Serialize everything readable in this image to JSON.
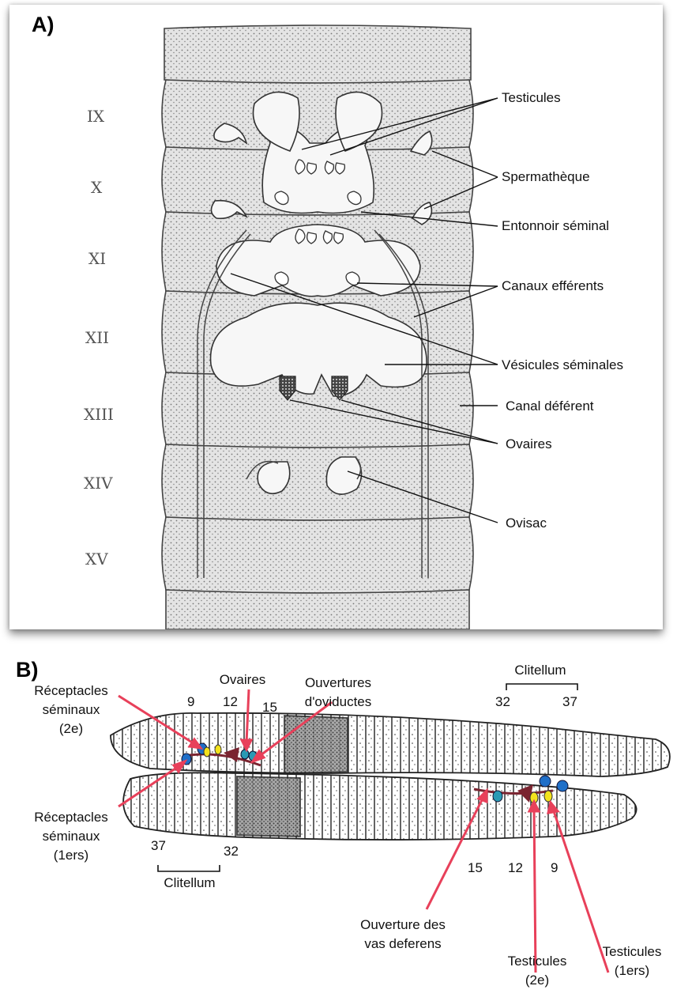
{
  "panel_a": {
    "label": "A)",
    "segments": [
      "IX",
      "X",
      "XI",
      "XII",
      "XIII",
      "XIV",
      "XV"
    ],
    "labels": {
      "testicules": "Testicules",
      "spermatheque": "Spermathèque",
      "entonnoir": "Entonnoir séminal",
      "canaux_efferents": "Canaux efférents",
      "vesicules": "Vésicules séminales",
      "canal_deferent": "Canal déférent",
      "ovaires": "Ovaires",
      "ovisac": "Ovisac"
    }
  },
  "panel_b": {
    "label": "B)",
    "labels": {
      "receptacles_2e_line1": "Réceptacles",
      "receptacles_2e_line2": "séminaux",
      "receptacles_2e_line3": "(2e)",
      "ovaires": "Ovaires",
      "ouvertures_line1": "Ouvertures",
      "ouvertures_line2": "d'oviductes",
      "receptacles_1ers_line1": "Réceptacles",
      "receptacles_1ers_line2": "séminaux",
      "receptacles_1ers_line3": "(1ers)",
      "clitellum_top": "Clitellum",
      "clitellum_bottom": "Clitellum",
      "ouverture_vas_line1": "Ouverture des",
      "ouverture_vas_line2": "vas deferens",
      "testicules_2e_line1": "Testicules",
      "testicules_2e_line2": "(2e)",
      "testicules_1ers_line1": "Testicules",
      "testicules_1ers_line2": "(1ers)"
    },
    "numbers": {
      "top_left_9": "9",
      "top_left_12": "12",
      "top_left_15": "15",
      "bottom_left_37": "37",
      "bottom_left_32": "32",
      "top_right_32": "32",
      "top_right_37": "37",
      "bottom_right_15": "15",
      "bottom_right_12": "12",
      "bottom_right_9": "9"
    },
    "colors": {
      "arrow": "#e8405a",
      "blue_organ": "#1f6fc8",
      "yellow_organ": "#f3e21c",
      "dark_duct": "#7a2430",
      "teal_organ": "#2a9ab4"
    }
  }
}
